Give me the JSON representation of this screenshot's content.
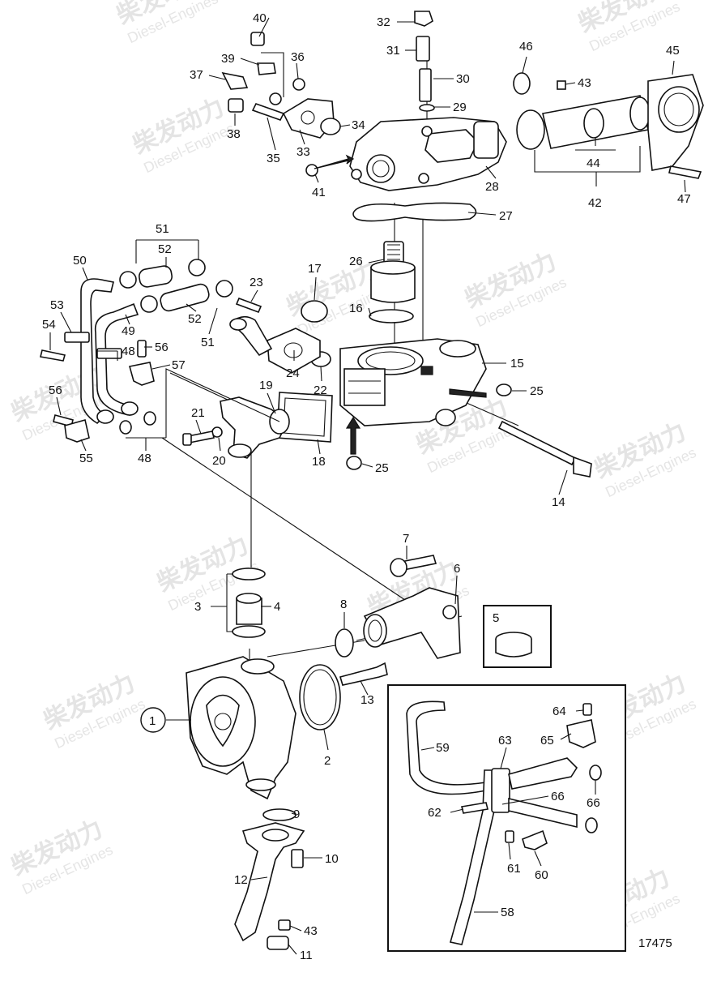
{
  "diagram": {
    "reference_number": "17475",
    "watermark": {
      "brand": "柴发动力",
      "subtitle": "Diesel-Engines"
    },
    "callouts": [
      {
        "id": "c40",
        "text": "40"
      },
      {
        "id": "c39",
        "text": "39"
      },
      {
        "id": "c37",
        "text": "37"
      },
      {
        "id": "c36",
        "text": "36"
      },
      {
        "id": "c38",
        "text": "38"
      },
      {
        "id": "c35",
        "text": "35"
      },
      {
        "id": "c33",
        "text": "33"
      },
      {
        "id": "c34",
        "text": "34"
      },
      {
        "id": "c41",
        "text": "41"
      },
      {
        "id": "c32",
        "text": "32"
      },
      {
        "id": "c31",
        "text": "31"
      },
      {
        "id": "c30",
        "text": "30"
      },
      {
        "id": "c29",
        "text": "29"
      },
      {
        "id": "c28",
        "text": "28"
      },
      {
        "id": "c27",
        "text": "27"
      },
      {
        "id": "c46",
        "text": "46"
      },
      {
        "id": "c43a",
        "text": "43"
      },
      {
        "id": "c45",
        "text": "45"
      },
      {
        "id": "c44",
        "text": "44"
      },
      {
        "id": "c42",
        "text": "42"
      },
      {
        "id": "c47",
        "text": "47"
      },
      {
        "id": "c51a",
        "text": "51"
      },
      {
        "id": "c52a",
        "text": "52"
      },
      {
        "id": "c50",
        "text": "50"
      },
      {
        "id": "c53",
        "text": "53"
      },
      {
        "id": "c54",
        "text": "54"
      },
      {
        "id": "c49",
        "text": "49"
      },
      {
        "id": "c52b",
        "text": "52"
      },
      {
        "id": "c51b",
        "text": "51"
      },
      {
        "id": "c56a",
        "text": "56"
      },
      {
        "id": "c48a",
        "text": "48"
      },
      {
        "id": "c57",
        "text": "57"
      },
      {
        "id": "c23",
        "text": "23"
      },
      {
        "id": "c17",
        "text": "17"
      },
      {
        "id": "c26",
        "text": "26"
      },
      {
        "id": "c16",
        "text": "16"
      },
      {
        "id": "c15",
        "text": "15"
      },
      {
        "id": "c25a",
        "text": "25"
      },
      {
        "id": "c24",
        "text": "24"
      },
      {
        "id": "c22",
        "text": "22"
      },
      {
        "id": "c19",
        "text": "19"
      },
      {
        "id": "c56b",
        "text": "56"
      },
      {
        "id": "c21",
        "text": "21"
      },
      {
        "id": "c20",
        "text": "20"
      },
      {
        "id": "c18",
        "text": "18"
      },
      {
        "id": "c25b",
        "text": "25"
      },
      {
        "id": "c55",
        "text": "55"
      },
      {
        "id": "c48b",
        "text": "48"
      },
      {
        "id": "c14",
        "text": "14"
      },
      {
        "id": "c7",
        "text": "7"
      },
      {
        "id": "c6",
        "text": "6"
      },
      {
        "id": "c3",
        "text": "3"
      },
      {
        "id": "c4",
        "text": "4"
      },
      {
        "id": "c8",
        "text": "8"
      },
      {
        "id": "c5",
        "text": "5"
      },
      {
        "id": "c13",
        "text": "13"
      },
      {
        "id": "c1",
        "text": "1"
      },
      {
        "id": "c2",
        "text": "2"
      },
      {
        "id": "c9",
        "text": "9"
      },
      {
        "id": "c10",
        "text": "10"
      },
      {
        "id": "c12",
        "text": "12"
      },
      {
        "id": "c43b",
        "text": "43"
      },
      {
        "id": "c11",
        "text": "11"
      },
      {
        "id": "c64",
        "text": "64"
      },
      {
        "id": "c59",
        "text": "59"
      },
      {
        "id": "c63",
        "text": "63"
      },
      {
        "id": "c65",
        "text": "65"
      },
      {
        "id": "c66a",
        "text": "66"
      },
      {
        "id": "c62",
        "text": "62"
      },
      {
        "id": "c66b",
        "text": "66"
      },
      {
        "id": "c61",
        "text": "61"
      },
      {
        "id": "c60",
        "text": "60"
      },
      {
        "id": "c58",
        "text": "58"
      }
    ]
  }
}
